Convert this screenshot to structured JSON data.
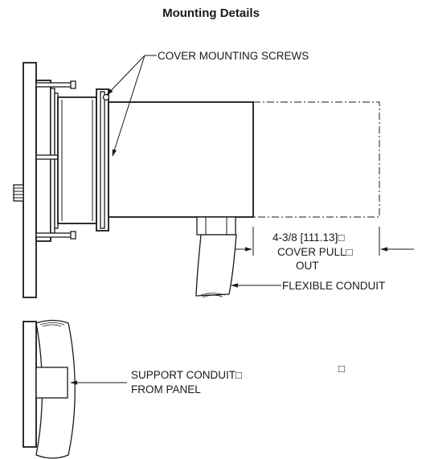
{
  "title": "Mounting Details",
  "callouts": {
    "cover_screws": "COVER MOUNTING SCREWS",
    "dimension_line1": "4-3/8 [111.13]",
    "dimension_line2": "COVER PULL",
    "dimension_line3": "OUT",
    "flexible_conduit": "FLEXIBLE CONDUIT",
    "support_line1": "SUPPORT CONDUIT",
    "support_line2": "FROM PANEL"
  },
  "glyphs": {
    "box_char": "□"
  }
}
